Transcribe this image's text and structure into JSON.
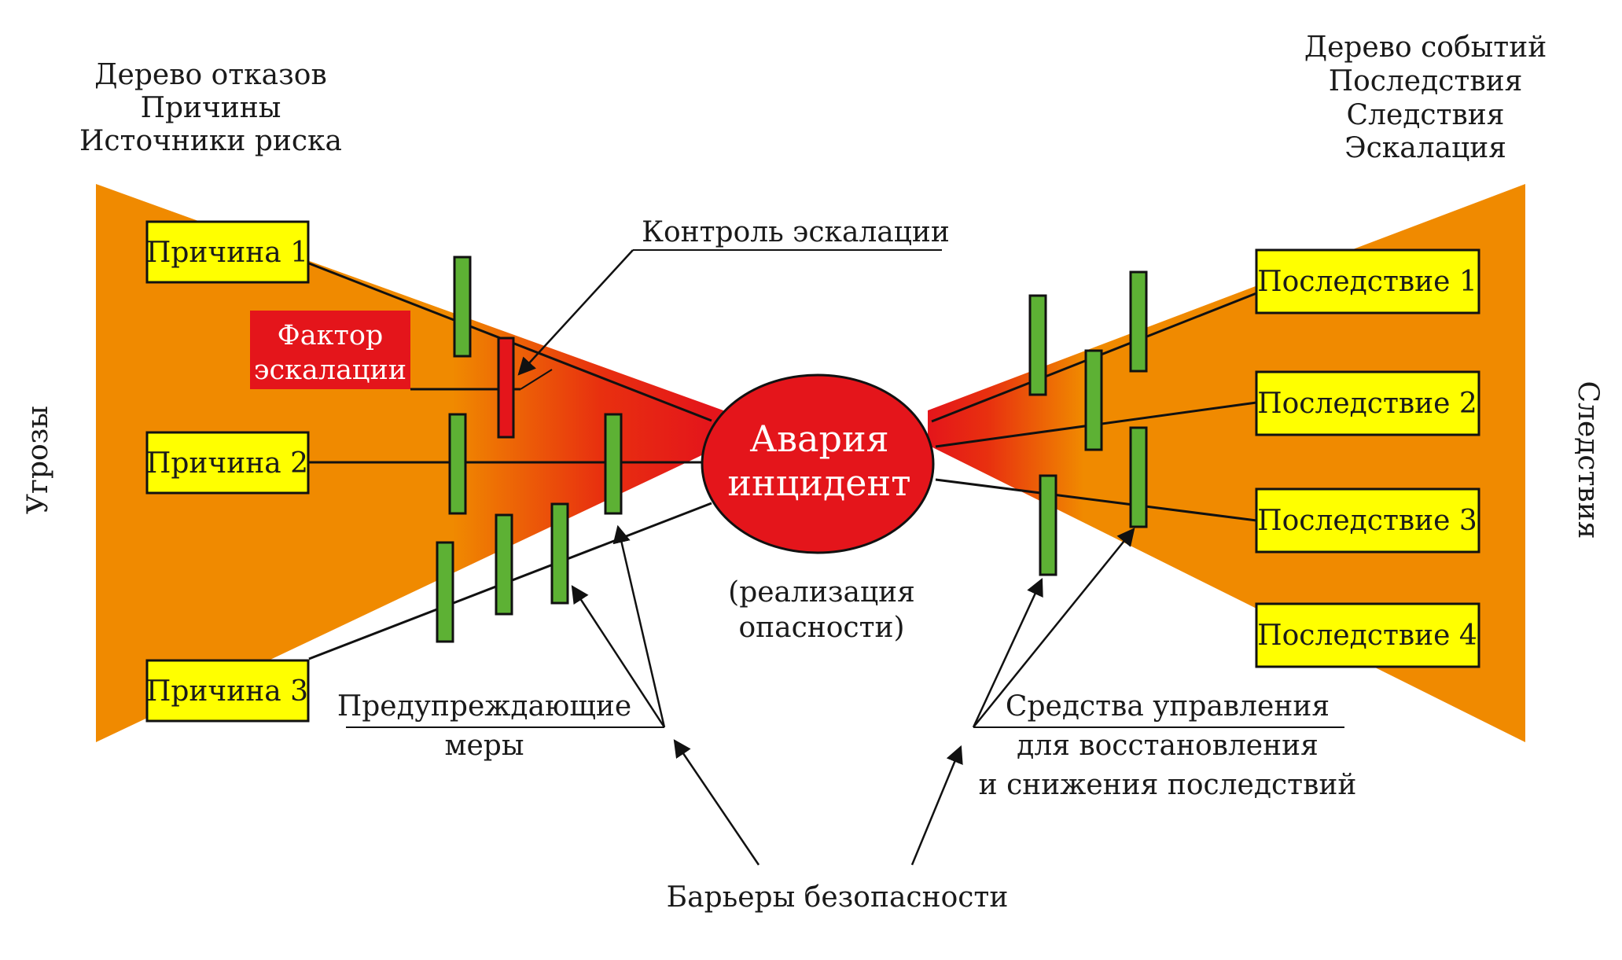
{
  "colors": {
    "wedge_orange": "#f08a00",
    "hub_red": "#e4151b",
    "box_yellow": "#ffff00",
    "barrier_green": "#5db134",
    "escalation_red": "#e4151b"
  },
  "left_header": {
    "line1": "Дерево отказов",
    "line2": "Причины",
    "line3": "Источники риска"
  },
  "right_header": {
    "line1": "Дерево событий",
    "line2": "Последствия",
    "line3": "Следствия",
    "line4": "Эскалация"
  },
  "side_labels": {
    "left": "Угрозы",
    "right": "Следствия"
  },
  "causes": [
    "Причина 1",
    "Причина 2",
    "Причина 3"
  ],
  "consequences": [
    "Последствие 1",
    "Последствие 2",
    "Последствие 3",
    "Последствие 4"
  ],
  "escalation_factor": {
    "line1": "Фактор",
    "line2": "эскалации"
  },
  "escalation_control": "Контроль эскалации",
  "center_event": {
    "line1": "Авария",
    "line2": "инцидент",
    "note1": "(реализация",
    "note2": "опасности)"
  },
  "preventive": {
    "line1": "Предупреждающие",
    "line2": "меры"
  },
  "mitigation": {
    "line1": "Средства управления",
    "line2": "для восстановления",
    "line3": "и снижения последствий"
  },
  "safety_barriers": "Барьеры безопасности"
}
